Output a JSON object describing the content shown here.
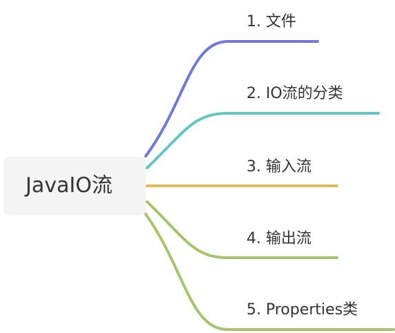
{
  "mindmap": {
    "root": {
      "label": "JavaIO流"
    },
    "branches": [
      {
        "label": "1. 文件",
        "color": "#7079d6"
      },
      {
        "label": "2. IO流的分类",
        "color": "#63c6c0"
      },
      {
        "label": "3. 输入流",
        "color": "#e3bb50"
      },
      {
        "label": "4. 输出流",
        "color": "#a6c46c"
      },
      {
        "label": "5. Properties类",
        "color": "#a6c46c"
      }
    ]
  }
}
